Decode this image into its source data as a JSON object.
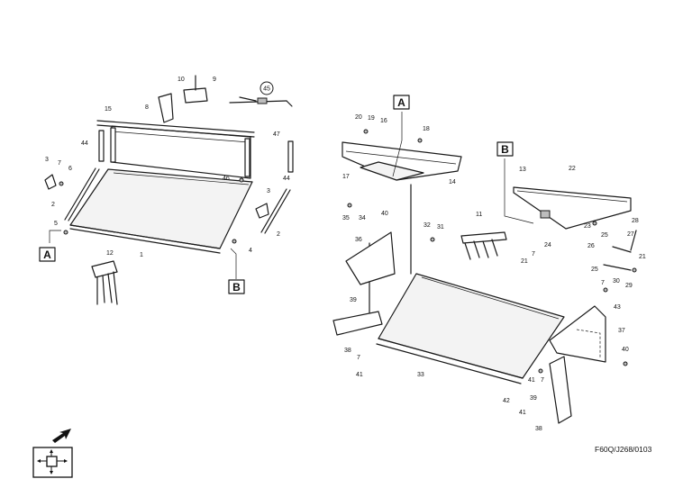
{
  "diagram": {
    "reference": "F60Q/J268/0103",
    "markers": {
      "a": "A",
      "b": "B"
    },
    "circled": "45",
    "labels": {
      "l1": "1",
      "l2a": "2",
      "l2b": "2",
      "l3a": "3",
      "l3b": "3",
      "l4": "4",
      "l5": "5",
      "l6": "6",
      "l7a": "7",
      "l7b": "7",
      "l7c": "7",
      "l7d": "7",
      "l7e": "7",
      "l8": "8",
      "l9": "9",
      "l10": "10",
      "l11": "11",
      "l12": "12",
      "l13": "13",
      "l14": "14",
      "l15": "15",
      "l16": "16",
      "l17": "17",
      "l18": "18",
      "l19": "19",
      "l20": "20",
      "l21a": "21",
      "l21b": "21",
      "l22": "22",
      "l23": "23",
      "l24": "24",
      "l25a": "25",
      "l25b": "25",
      "l26": "26",
      "l27": "27",
      "l28": "28",
      "l29": "29",
      "l30": "30",
      "l31": "31",
      "l32": "32",
      "l33": "33",
      "l34": "34",
      "l35": "35",
      "l36": "36",
      "l37": "37",
      "l38a": "38",
      "l38b": "38",
      "l39a": "39",
      "l39b": "39",
      "l40a": "40",
      "l40b": "40",
      "l41a": "41",
      "l41b": "41",
      "l41c": "41",
      "l42": "42",
      "l43": "43",
      "l44a": "44",
      "l44b": "44",
      "l46": "46",
      "l47": "47"
    }
  }
}
